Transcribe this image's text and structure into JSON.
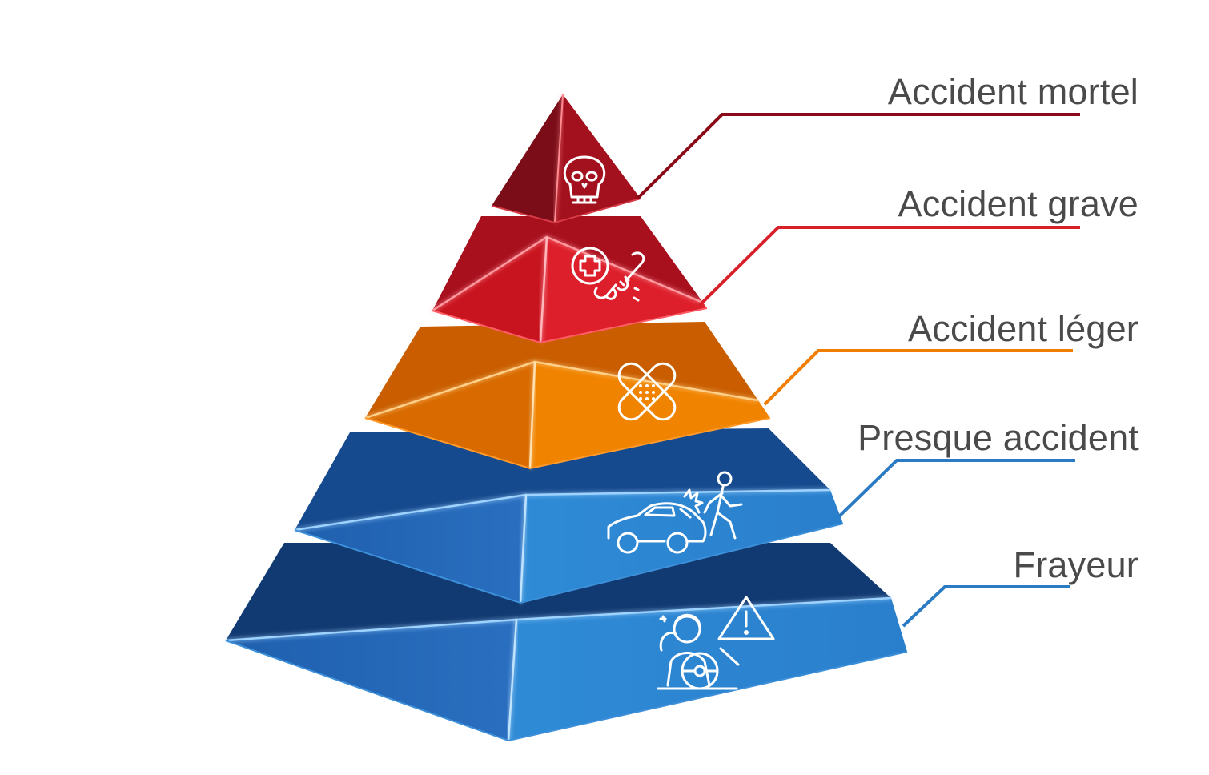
{
  "levels": [
    {
      "label": "Accident mortel",
      "color": "#8b0a1a",
      "icon": "skull-icon"
    },
    {
      "label": "Accident grave",
      "color": "#d8202a",
      "icon": "medical-broken-bone-icon"
    },
    {
      "label": "Accident léger",
      "color": "#f07d00",
      "icon": "bandage-icon"
    },
    {
      "label": "Presque accident",
      "color": "#2b7bc4",
      "icon": "car-pedestrian-near-miss-icon"
    },
    {
      "label": "Frayeur",
      "color": "#2b7bc4",
      "icon": "scared-driver-warning-icon"
    }
  ]
}
